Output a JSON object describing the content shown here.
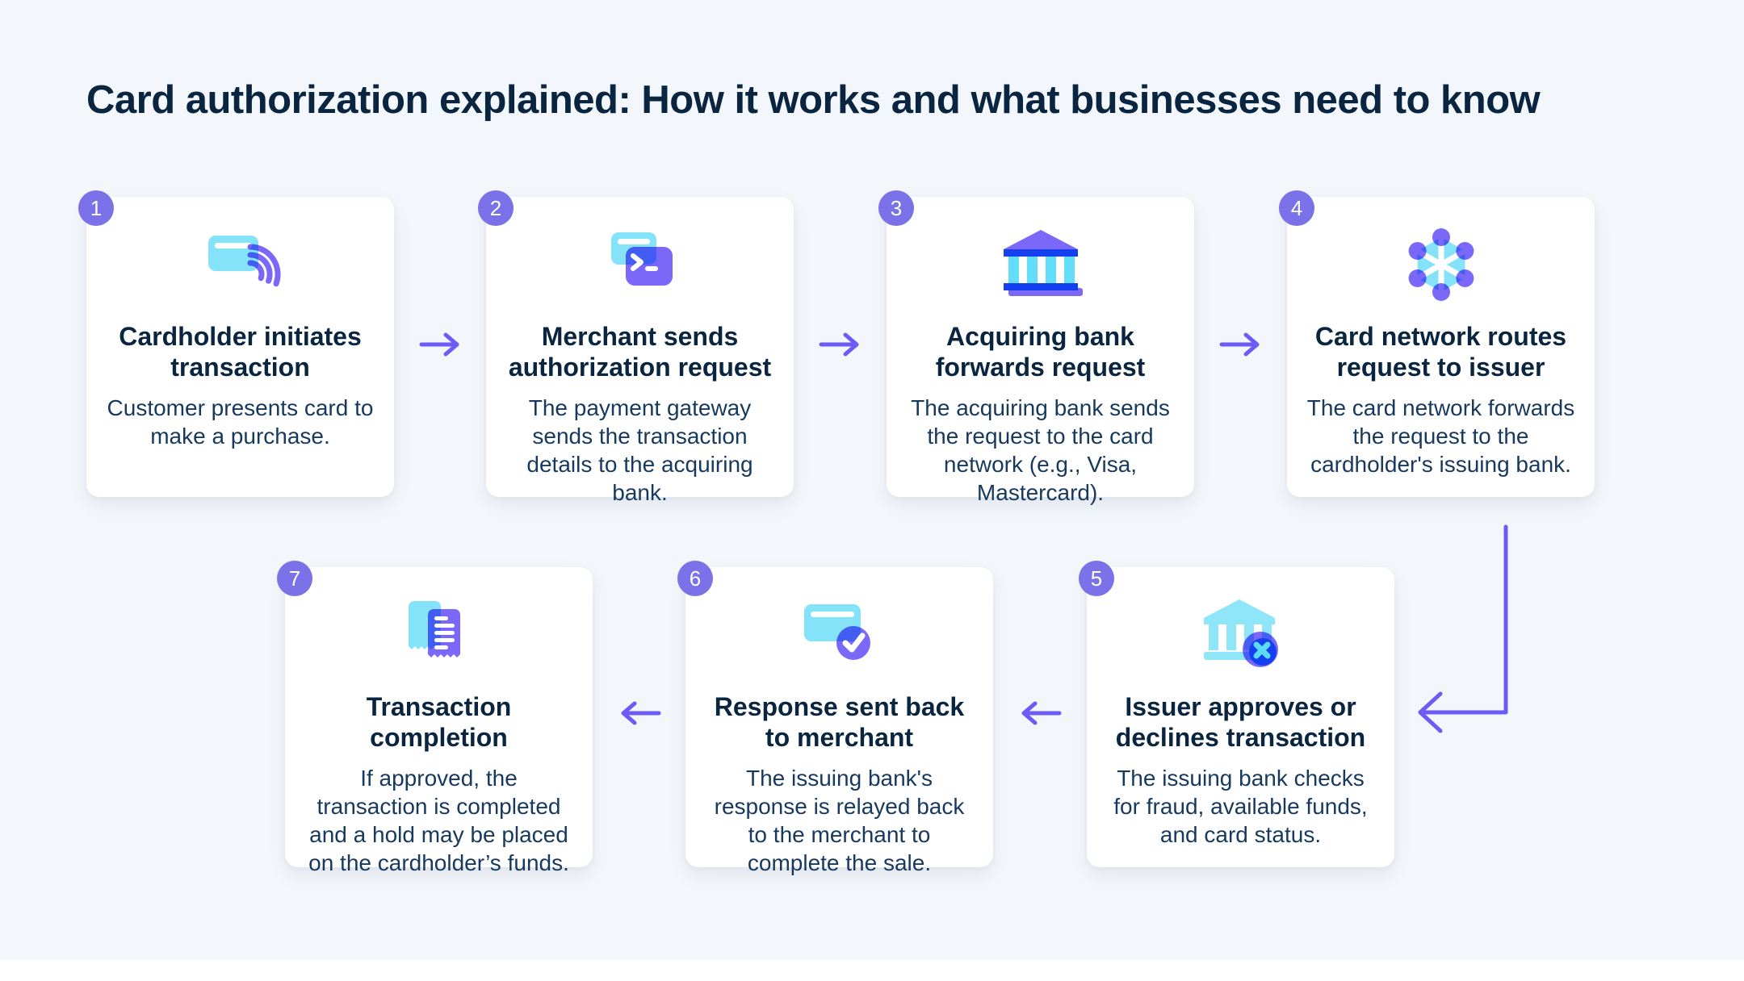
{
  "title": "Card authorization explained: How it works and what businesses need to know",
  "steps": [
    {
      "number": "1",
      "icon": "contactless-card-icon",
      "title": "Cardholder initiates transaction",
      "description": "Customer presents card to make a purchase."
    },
    {
      "number": "2",
      "icon": "payment-gateway-icon",
      "title": "Merchant sends authorization request",
      "description": "The payment gateway sends the transaction details to the acquiring bank."
    },
    {
      "number": "3",
      "icon": "bank-building-icon",
      "title": "Acquiring bank forwards request",
      "description": "The acquiring bank sends the request to the card network (e.g., Visa, Mastercard)."
    },
    {
      "number": "4",
      "icon": "card-network-icon",
      "title": "Card network routes request to issuer",
      "description": "The card network forwards the request to the cardholder's issuing bank."
    },
    {
      "number": "5",
      "icon": "bank-decision-icon",
      "title": "Issuer approves or declines transaction",
      "description": "The issuing bank checks for fraud, available funds, and card status."
    },
    {
      "number": "6",
      "icon": "card-approved-icon",
      "title": "Response sent back to merchant",
      "description": "The issuing bank's response is relayed back to the merchant to complete the sale."
    },
    {
      "number": "7",
      "icon": "receipt-icon",
      "title": "Transaction completion",
      "description": "If approved, the transaction is completed and a hold may be placed on the cardholder’s funds."
    }
  ],
  "theme": {
    "background": "#F3F6FA",
    "card_background": "#FFFFFF",
    "badge_purple": "#7B72E9",
    "arrow_purple": "#6C5CF5",
    "icon_purple": "#7C68F8",
    "icon_cyan": "#85E3F9",
    "icon_blue": "#1540F0",
    "title_navy": "#0A2540",
    "body_navy": "#17395E"
  }
}
